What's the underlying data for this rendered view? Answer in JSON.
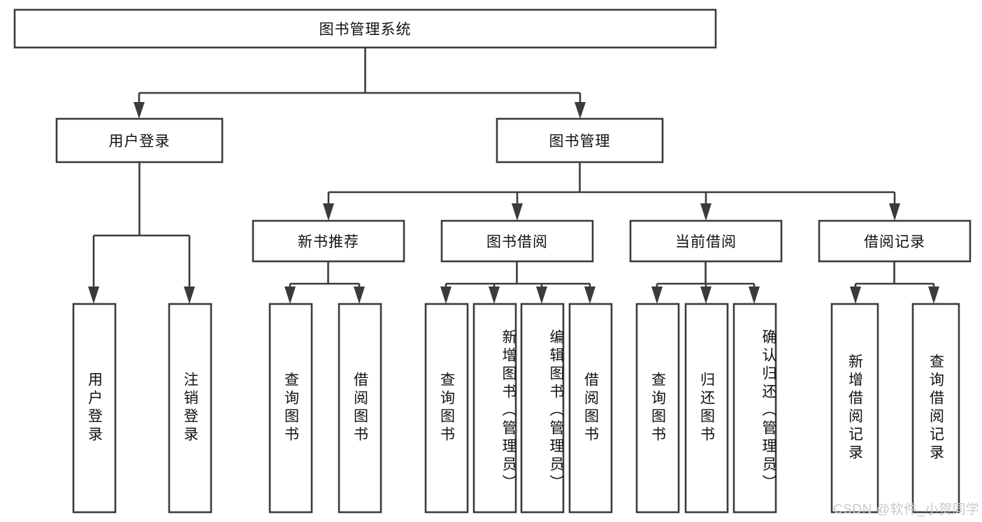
{
  "diagram": {
    "title": "图书管理系统",
    "type": "tree",
    "colors": {
      "box_stroke": "#3b3b3b",
      "box_fill": "#ffffff",
      "text": "#111111",
      "background": "#ffffff",
      "watermark": "#c9c9c9"
    },
    "root": {
      "label": "图书管理系统"
    },
    "level2": [
      {
        "label": "用户登录"
      },
      {
        "label": "图书管理"
      }
    ],
    "level3": [
      {
        "label": "新书推荐"
      },
      {
        "label": "图书借阅"
      },
      {
        "label": "当前借阅"
      },
      {
        "label": "借阅记录"
      }
    ],
    "leaves": [
      {
        "label": "用户登录",
        "parent": "用户登录"
      },
      {
        "label": "注销登录",
        "parent": "用户登录"
      },
      {
        "label": "查询图书",
        "parent": "新书推荐"
      },
      {
        "label": "借阅图书",
        "parent": "新书推荐"
      },
      {
        "label": "查询图书",
        "parent": "图书借阅"
      },
      {
        "label": "新增图书（管理员）",
        "parent": "图书借阅"
      },
      {
        "label": "编辑图书（管理员）",
        "parent": "图书借阅"
      },
      {
        "label": "借阅图书",
        "parent": "图书借阅"
      },
      {
        "label": "查询图书",
        "parent": "当前借阅"
      },
      {
        "label": "归还图书",
        "parent": "当前借阅"
      },
      {
        "label": "确认归还（管理员）",
        "parent": "当前借阅"
      },
      {
        "label": "新增借阅记录",
        "parent": "借阅记录"
      },
      {
        "label": "查询借阅记录",
        "parent": "借阅记录"
      }
    ]
  },
  "watermark": {
    "text": "CSDN @软件_小贺同学"
  }
}
